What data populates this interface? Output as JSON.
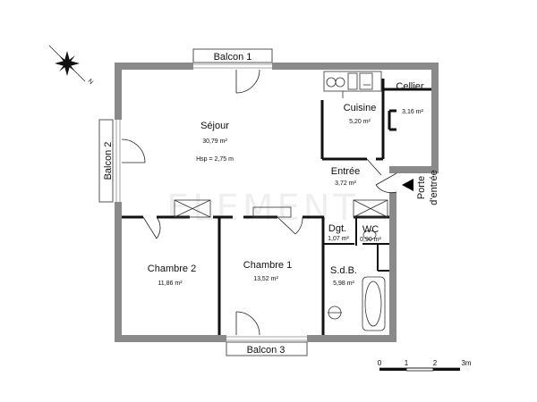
{
  "rooms": {
    "sejour": {
      "name": "Séjour",
      "area": "30,79 m²",
      "hsp": "Hsp = 2,75 m"
    },
    "cuisine": {
      "name": "Cuisine",
      "area": "5,20 m²"
    },
    "cellier": {
      "name": "Cellier",
      "area": "3,16 m²"
    },
    "entree": {
      "name": "Entrée",
      "area": "3,72 m²"
    },
    "dgt": {
      "name": "Dgt.",
      "area": "1,07 m²"
    },
    "wc": {
      "name": "WC",
      "area": "0,90 m²"
    },
    "chambre2": {
      "name": "Chambre 2",
      "area": "11,86 m²"
    },
    "chambre1": {
      "name": "Chambre 1",
      "area": "13,52 m²"
    },
    "sdb": {
      "name": "S.d.B.",
      "area": "5,98 m²"
    }
  },
  "balconies": {
    "b1": "Balcon 1",
    "b2": "Balcon 2",
    "b3": "Balcon 3"
  },
  "entrance": {
    "line1": "Porte",
    "line2": "d'entrée"
  },
  "compass": {
    "north": "N"
  },
  "scale": {
    "t0": "0",
    "t1": "1",
    "t2": "2",
    "t3": "3m"
  },
  "watermark": "ELEMENT"
}
